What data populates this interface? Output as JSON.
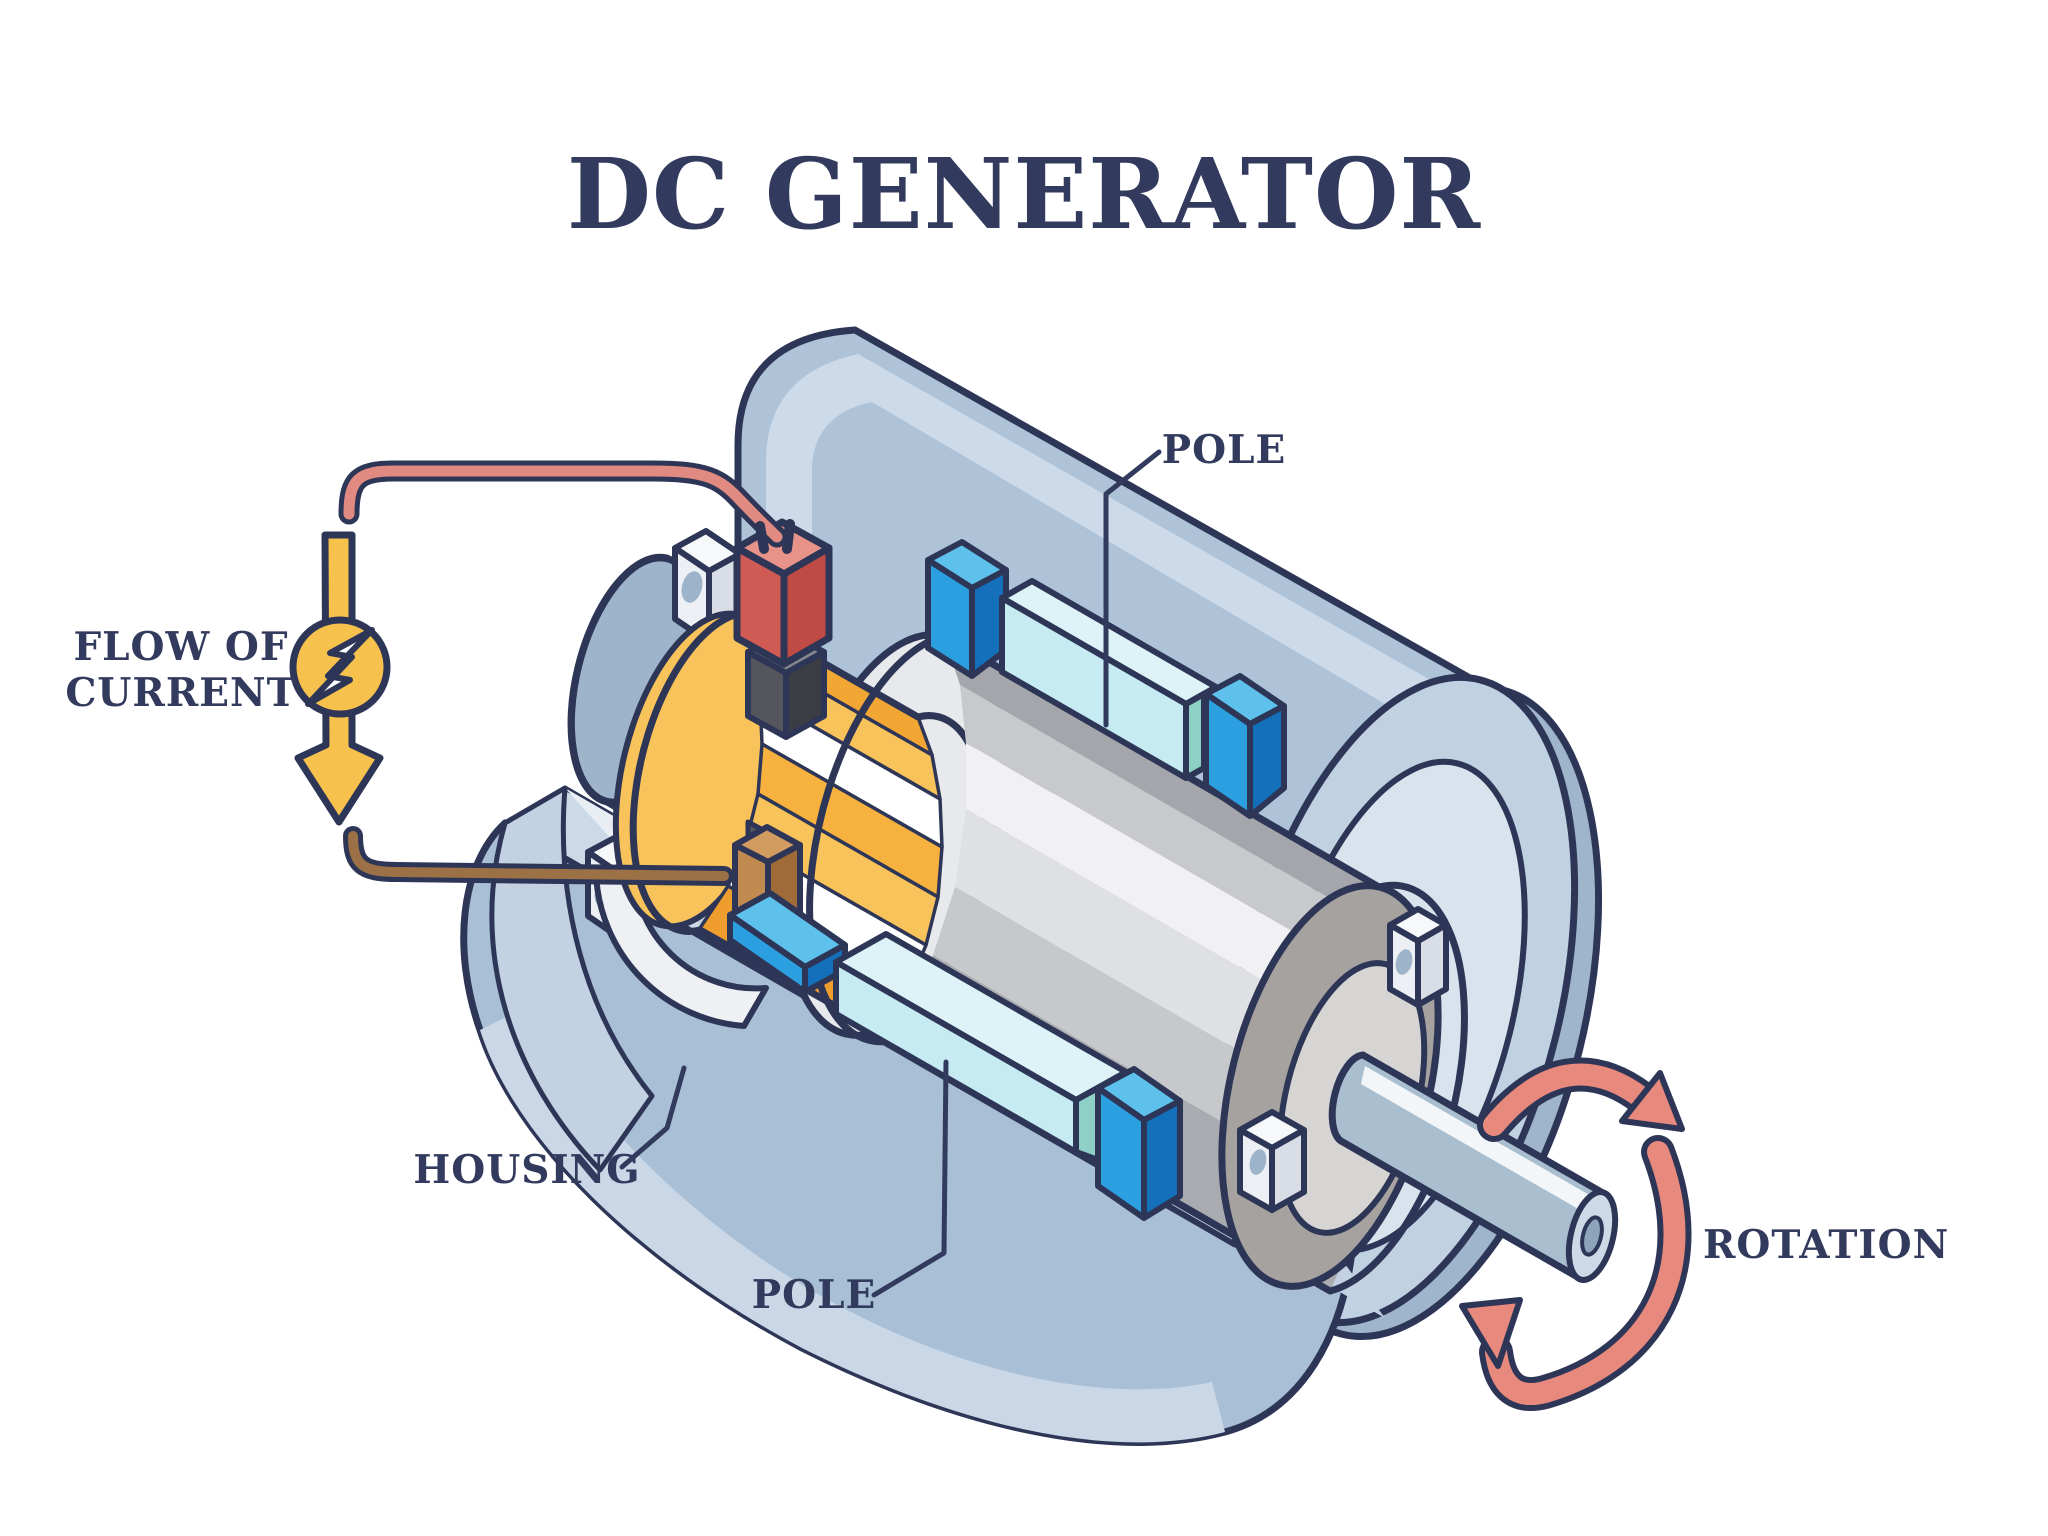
{
  "diagram": {
    "title": "DC GENERATOR",
    "labels": {
      "flow_of_current": [
        "FLOW OF",
        "CURRENT"
      ],
      "pole_top": "POLE",
      "pole_bottom": "POLE",
      "housing": "HOUSING",
      "rotation": "ROTATION"
    },
    "icons": [
      "lightning-bolt-icon",
      "flow-down-arrow-icon",
      "rotation-arrows-icon"
    ],
    "colors": {
      "outline_navy": "#2e3657",
      "text_navy": "#323a5e",
      "housing_blue": "#a9bfd5",
      "housing_light": "#c9d7e6",
      "housing_lip": "#ccdae8",
      "housing_inner": "#e9eef4",
      "endcap_blue": "#c0d1e2",
      "endcap_inner": "#d8e3ee",
      "slab_blue": "#aec3d8",
      "slab_highlight": "#ccdae9",
      "pole_cyan_front": "#c7ebf2",
      "pole_cyan_top": "#ddf3f8",
      "pole_mint": "#8fd0c6",
      "pole_blue_top": "#5ec1ec",
      "pole_blue_front": "#2b9fe0",
      "pole_blue_dark": "#1470bb",
      "rotor_gray": "#d5d6d9",
      "rotor_ring": "#a6a29f",
      "rotor_inner": "#d7d5d3",
      "commutator_yellow": "#f6b13e",
      "commutator_light": "#f9c35b",
      "brush_red_front": "#d05b54",
      "brush_red_dark": "#c04b45",
      "brush_red_top": "#e8938a",
      "brush_gray_front": "#55555d",
      "brush_gray_dark": "#3c3c44",
      "brush_brown": "#c08a50",
      "wire_pink": "#e08a82",
      "wire_brown": "#9c7146",
      "flow_arrow_yellow": "#f7c14e",
      "rotation_salmon": "#e8897d",
      "shaft_blue": "#a9becf",
      "bearing_white": "#eceff3",
      "bearing_hole": "#9db3c9"
    }
  }
}
